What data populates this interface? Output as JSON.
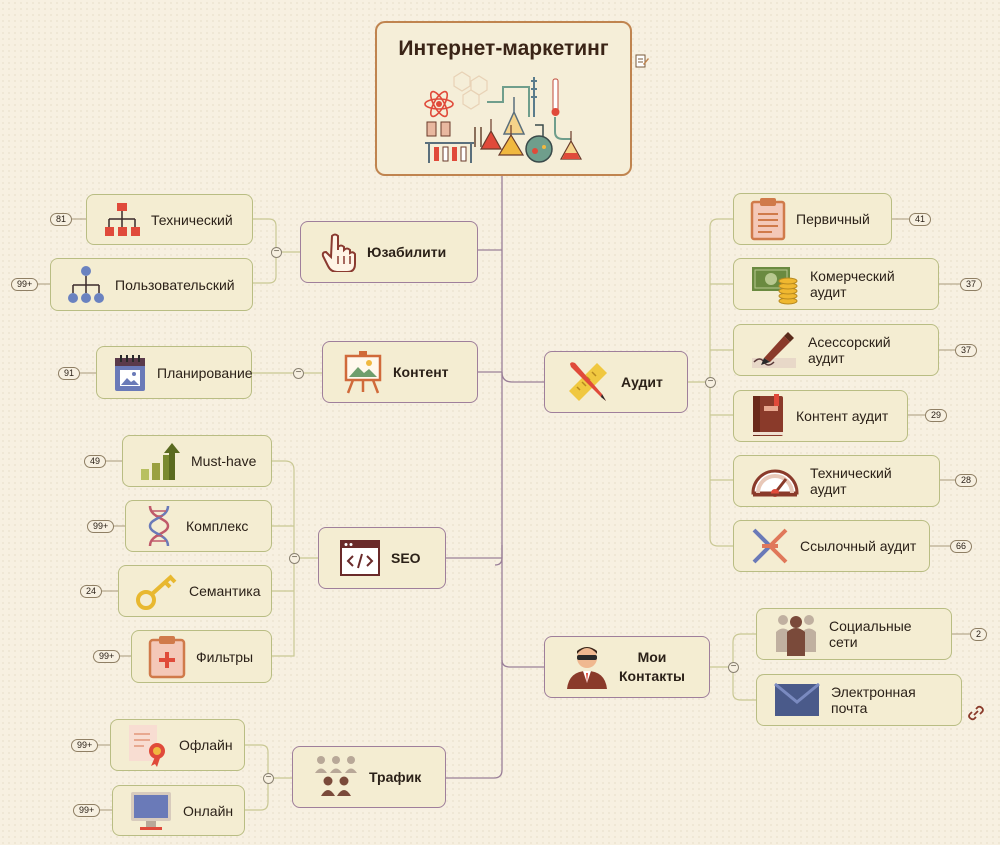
{
  "root": {
    "title": "Интернет-маркетинг",
    "note_icon": "note-icon",
    "illustration": "science-lab-icon"
  },
  "branches": {
    "usability": {
      "label": "Юзабилити",
      "icon": "hand-pointer-icon",
      "children": [
        {
          "label": "Технический",
          "icon": "hierarchy-red-icon",
          "count": "81"
        },
        {
          "label": "Пользовательский",
          "icon": "hierarchy-blue-icon",
          "count": "99+"
        }
      ]
    },
    "content": {
      "label": "Контент",
      "icon": "easel-picture-icon",
      "children": [
        {
          "label": "Планирование",
          "icon": "calendar-picture-icon",
          "count": "91"
        }
      ]
    },
    "seo": {
      "label": "SEO",
      "icon": "code-window-icon",
      "children": [
        {
          "label": "Must-have",
          "icon": "growth-chart-icon",
          "count": "49"
        },
        {
          "label": "Комплекс",
          "icon": "dna-icon",
          "count": "99+"
        },
        {
          "label": "Семантика",
          "icon": "key-icon",
          "count": "24"
        },
        {
          "label": "Фильтры",
          "icon": "medical-clipboard-icon",
          "count": "99+"
        }
      ]
    },
    "traffic": {
      "label": "Трафик",
      "icon": "people-group-icon",
      "children": [
        {
          "label": "Офлайн",
          "icon": "certificate-icon",
          "count": "99+"
        },
        {
          "label": "Онлайн",
          "icon": "monitor-icon",
          "count": "99+"
        }
      ]
    },
    "audit": {
      "label": "Аудит",
      "icon": "pencil-ruler-icon",
      "children": [
        {
          "label": "Первичный",
          "icon": "clipboard-icon",
          "count": "41"
        },
        {
          "label": "Комерческий аудит",
          "icon": "money-coins-icon",
          "count": "37"
        },
        {
          "label": "Асессорский аудит",
          "icon": "pen-signature-icon",
          "count": "37"
        },
        {
          "label": "Контент аудит",
          "icon": "notebook-icon",
          "count": "29"
        },
        {
          "label": "Технический аудит",
          "icon": "gauge-icon",
          "count": "28"
        },
        {
          "label": "Ссылочный аудит",
          "icon": "cross-links-icon",
          "count": "66"
        }
      ]
    },
    "contacts": {
      "label_line1": "Мои",
      "label_line2": "Контакты",
      "icon": "agent-icon",
      "children": [
        {
          "label": "Социальные сети",
          "icon": "social-people-icon",
          "count": "2"
        },
        {
          "label": "Электронная почта",
          "icon": "envelope-icon",
          "link_icon": "chain-link-icon"
        }
      ]
    }
  },
  "colors": {
    "main_border": "#9f7f9b",
    "sub_border": "#b9bd83",
    "root_border": "#c0844f",
    "connector": "#9a7f98"
  }
}
